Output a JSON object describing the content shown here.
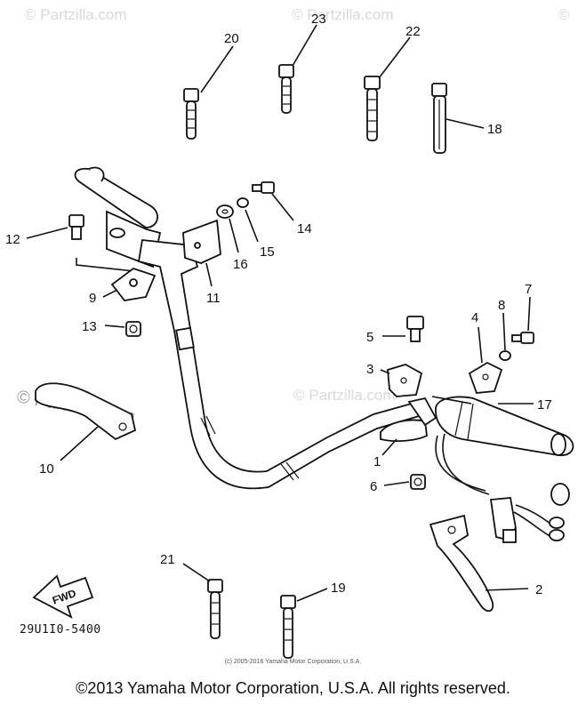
{
  "watermarks": {
    "top_left": "© Partzilla.com",
    "top_center": "© Partzilla.com",
    "top_right": "©",
    "middle_left": "© Partzilla.com",
    "middle_center": "© Partzilla.com"
  },
  "callouts": {
    "c1": "1",
    "c2": "2",
    "c3": "3",
    "c4": "4",
    "c5": "5",
    "c6": "6",
    "c7": "7",
    "c8": "8",
    "c9": "9",
    "c10": "10",
    "c11": "11",
    "c12": "12",
    "c13": "13",
    "c14": "14",
    "c15": "15",
    "c16": "16",
    "c17": "17",
    "c18": "18",
    "c19": "19",
    "c20": "20",
    "c21": "21",
    "c22": "22",
    "c23": "23"
  },
  "fwd_label": "FWD",
  "diagram_code": "29U1I0-5400",
  "fine_print": "(c) 2005-2016 Yamaha Motor Corporation, U.S.A.",
  "copyright": "©2013 Yamaha Motor Corporation, U.S.A. All rights reserved."
}
